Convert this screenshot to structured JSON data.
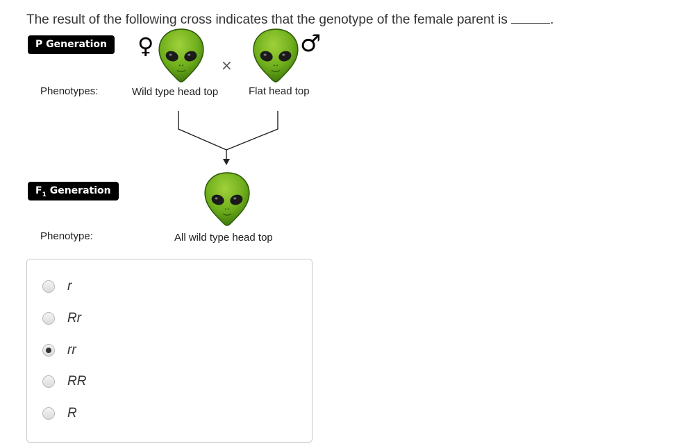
{
  "question": {
    "text": "The result of the following cross indicates that the genotype of the female parent is",
    "suffix": "."
  },
  "cross": {
    "p_generation_label": "P Generation",
    "f1_label_prefix": "F",
    "f1_label_sub": "1",
    "f1_label_suffix": " Generation",
    "female_symbol": "♀",
    "male_symbol": "♂",
    "cross_symbol": "×",
    "phenotypes_label": "Phenotypes:",
    "female_phenotype": "Wild type head top",
    "male_phenotype": "Flat head top",
    "phenotype_label": "Phenotype:",
    "offspring_phenotype": "All wild type head top",
    "alien_color": "#6fae1c",
    "alien_dark": "#3d6b0a"
  },
  "options": [
    {
      "label": "r",
      "selected": false
    },
    {
      "label": "Rr",
      "selected": false
    },
    {
      "label": "rr",
      "selected": true
    },
    {
      "label": "RR",
      "selected": false
    },
    {
      "label": "R",
      "selected": false
    }
  ]
}
